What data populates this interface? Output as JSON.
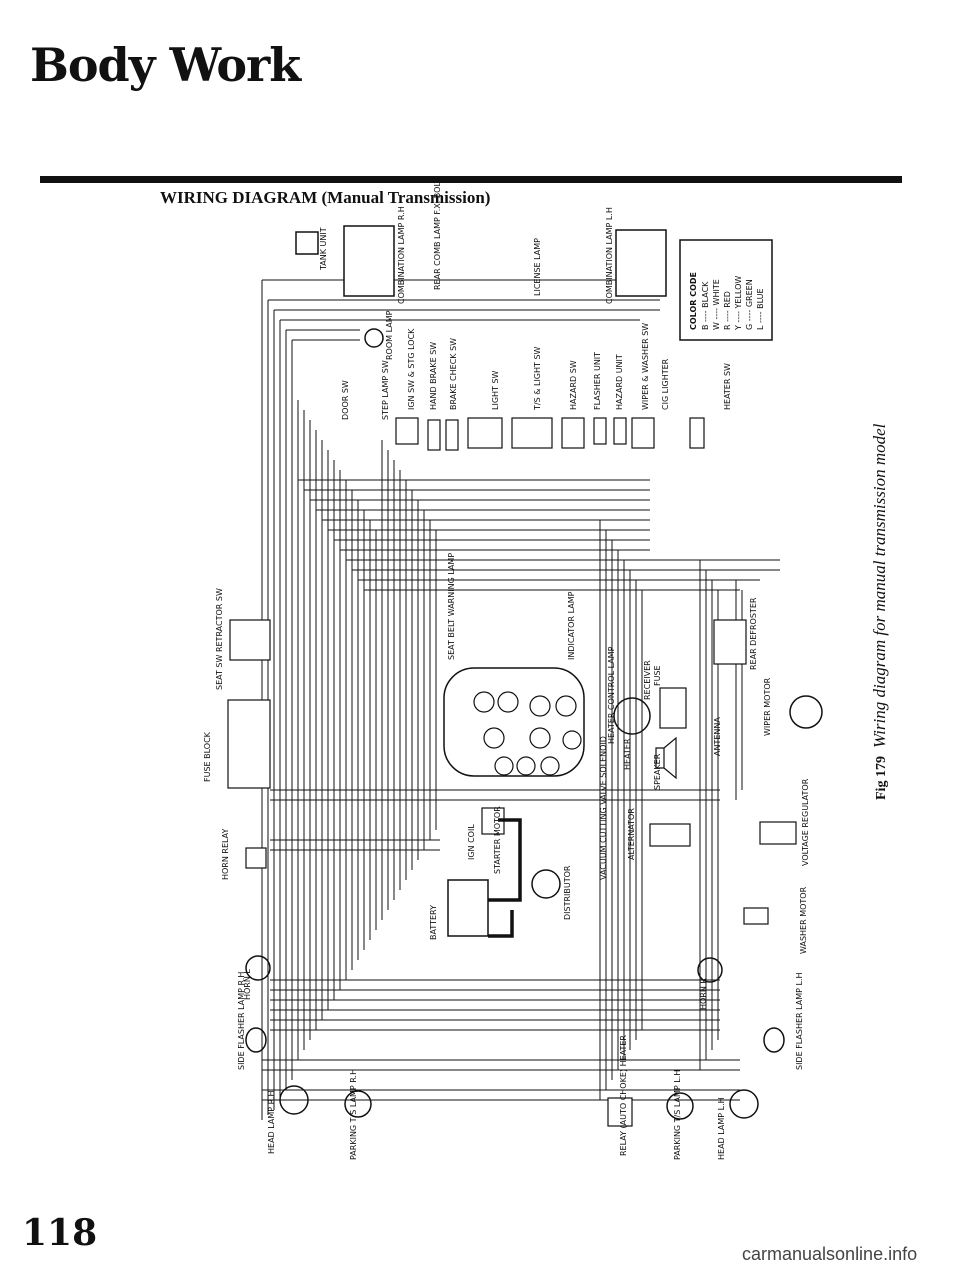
{
  "header": {
    "section_title": "Body Work"
  },
  "diagram": {
    "title": "WIRING DIAGRAM (Manual Transmission)"
  },
  "caption": {
    "fig_label": "Fig 179",
    "text": "Wiring diagram for manual transmission model"
  },
  "page_number": "118",
  "watermark": "carmanualsonline.info",
  "components": {
    "tank_unit": "TANK UNIT",
    "combination_lamp_rh": "COMBINATION LAMP R.H",
    "rear_comb_lamp": "REAR COMB LAMP F.X. BOLT",
    "license_lamp": "LICENSE LAMP",
    "combination_lamp_lh": "COMBINATION LAMP L.H",
    "room_lamp": "ROOM LAMP",
    "door_sw": "DOOR SW",
    "step_lamp": "STEP LAMP SW",
    "ign_sw": "IGN SW & STG LOCK",
    "hand_brake_sw": "HAND BRAKE SW",
    "brake_check_sw": "BRAKE CHECK SW",
    "light_sw": "LIGHT SW",
    "ts_light_sw": "T/S & LIGHT SW",
    "hazard_sw": "HAZARD SW",
    "flasher_unit": "FLASHER UNIT",
    "hazard_unit": "HAZARD UNIT",
    "wiper_washer_sw": "WIPER & WASHER SW",
    "cig_lighter": "CIG LIGHTER",
    "heater_sw": "HEATER SW",
    "seat_sw": "SEAT SW RETRACTOR SW",
    "fuse_block": "FUSE BLOCK",
    "horn_relay": "HORN RELAY",
    "seat_belt_warning": "SEAT BELT WARNING LAMP",
    "indicator_lamp": "INDICATOR LAMP",
    "heater_control": "HEATER CONTROL LAMP",
    "heater": "HEATER",
    "speaker": "SPEAKER",
    "receiver": "RECEIVER",
    "fuse": "FUSE",
    "antenna": "ANTENNA",
    "rear_defroster": "REAR DEFROSTER",
    "wiper_motor": "WIPER MOTOR",
    "battery": "BATTERY",
    "ign_coil": "IGN COIL",
    "starter_motor": "STARTER MOTOR",
    "distributor": "DISTRIBUTOR",
    "alternator": "ALTERNATOR",
    "voltage_regulator": "VOLTAGE REGULATOR",
    "washer_motor": "WASHER MOTOR",
    "vacuum_valve": "VACUUM CUTTING VALVE SOLENOID",
    "horn_lh": "HORN L",
    "horn_rh": "HORN R",
    "side_flasher_rh": "SIDE FLASHER LAMP R.H",
    "side_flasher_lh": "SIDE FLASHER LAMP L.H",
    "head_lamp_rh": "HEAD LAMP R.H",
    "head_lamp_lh": "HEAD LAMP L.H",
    "parking_lamp_rh": "PARKING T/S LAMP R.H",
    "parking_lamp_lh": "PARKING T/S LAMP L.H",
    "relay_choke": "RELAY (AUTO CHOKE) HEATER"
  },
  "color_code": {
    "title": "COLOR CODE",
    "entries": [
      "B ---- BLACK",
      "W ---- WHITE",
      "R ---- RED",
      "Y ---- YELLOW",
      "G ---- GREEN",
      "L ---- BLUE"
    ]
  }
}
